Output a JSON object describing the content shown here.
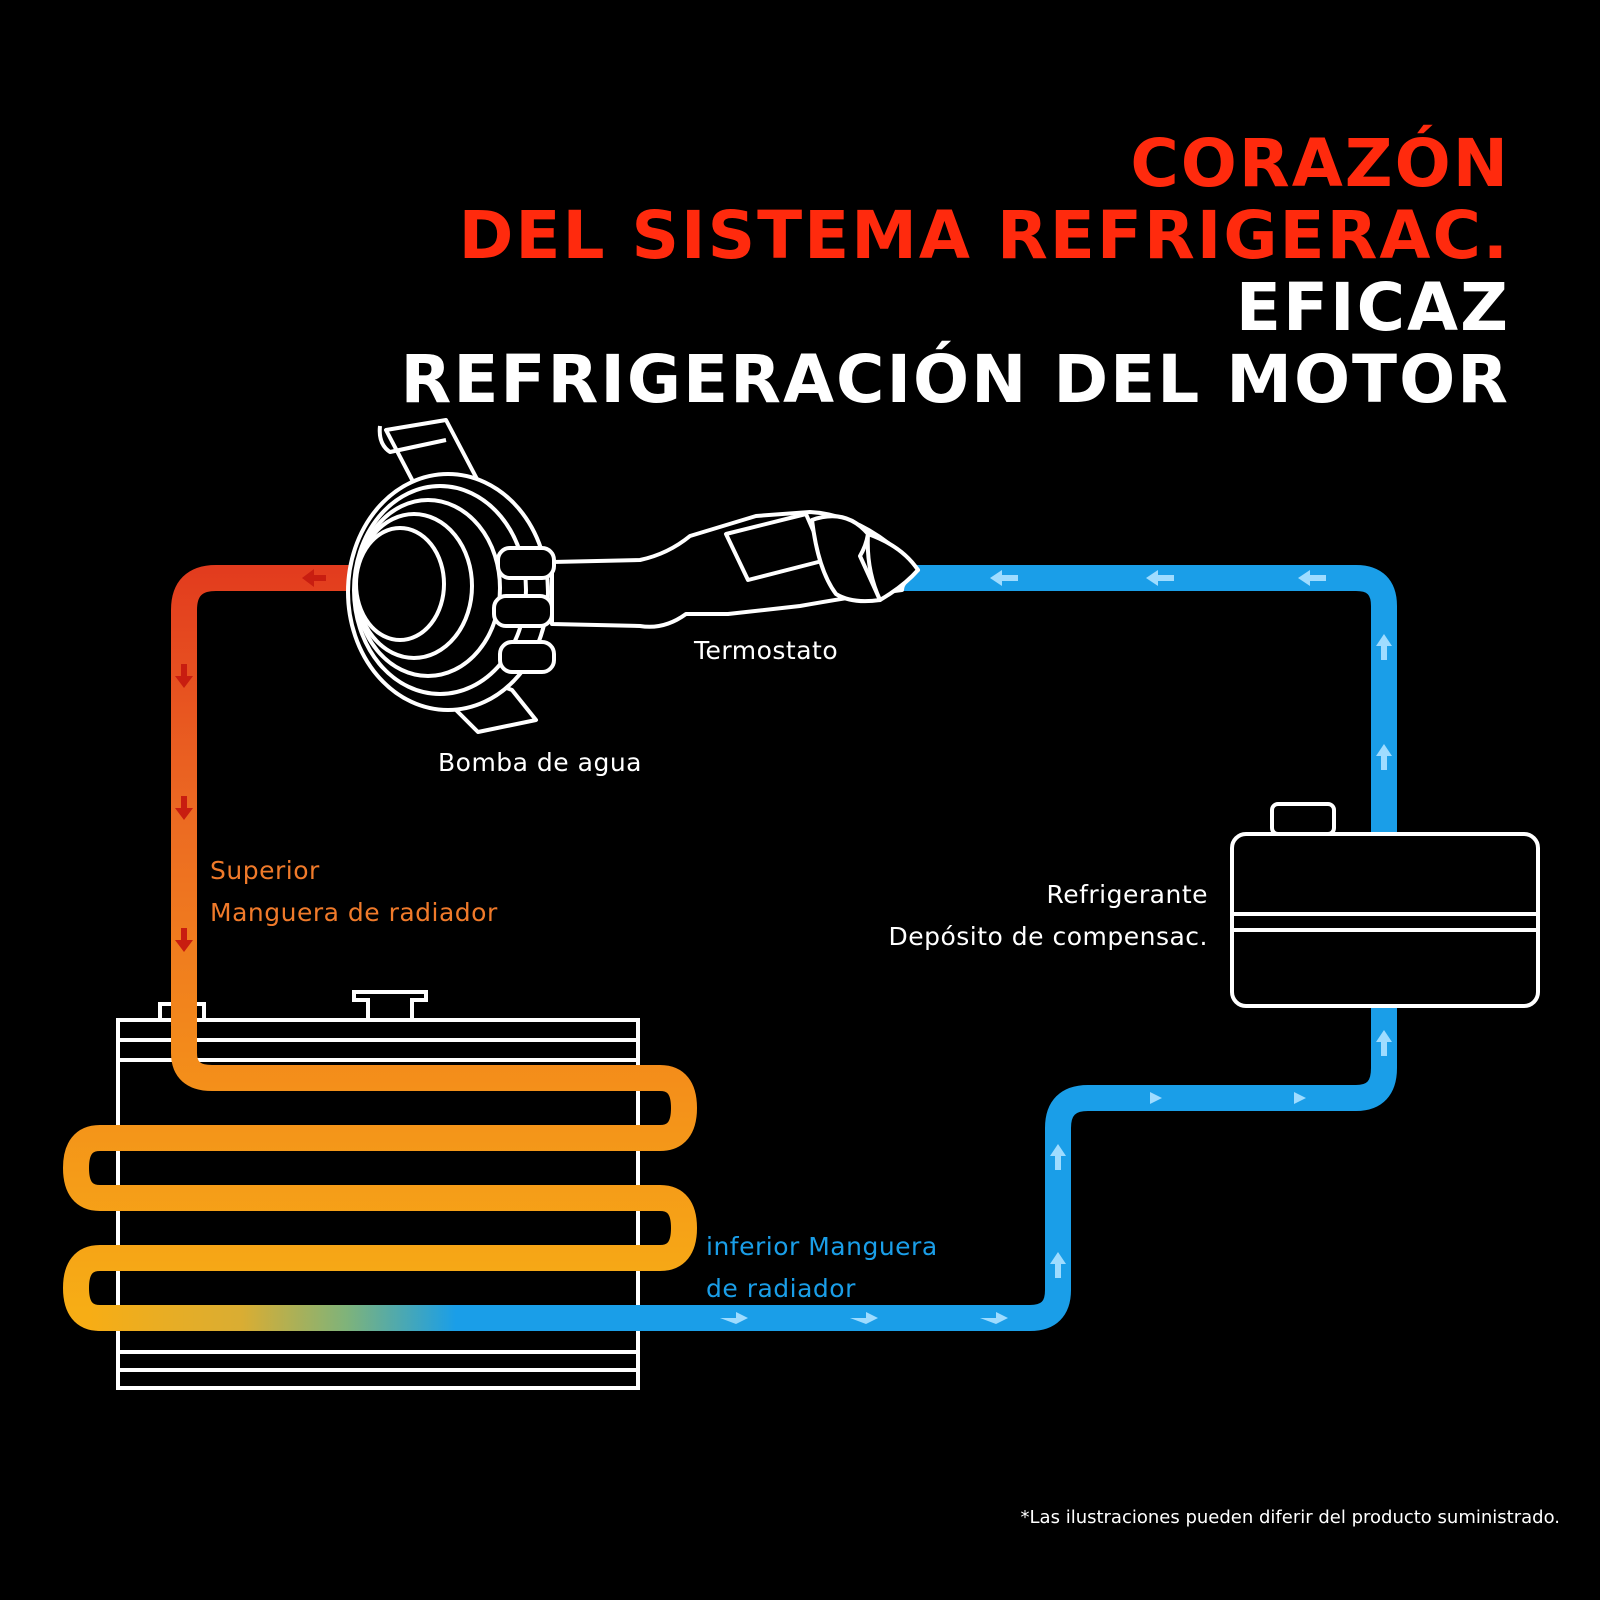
{
  "headline": {
    "line1": "CORAZÓN",
    "line2": "DEL SISTEMA REFRIGERAC.",
    "line3": "EFICAZ",
    "line4": "REFRIGERACIÓN DEL MOTOR"
  },
  "labels": {
    "thermostat": "Termostato",
    "water_pump": "Bomba de agua",
    "upper_hose_1": "Superior",
    "upper_hose_2": "Manguera de radiador",
    "reservoir_1": "Refrigerante",
    "reservoir_2": "Depósito de compensac.",
    "lower_hose_1": "inferior Manguera",
    "lower_hose_2": "de radiador"
  },
  "footnote": "*Las ilustraciones pueden diferir del producto suministrado.",
  "colors": {
    "hot": "#e8361c",
    "warm": "#f5a217",
    "cold": "#1a9ee8",
    "headline_red": "#ff2a0d"
  }
}
